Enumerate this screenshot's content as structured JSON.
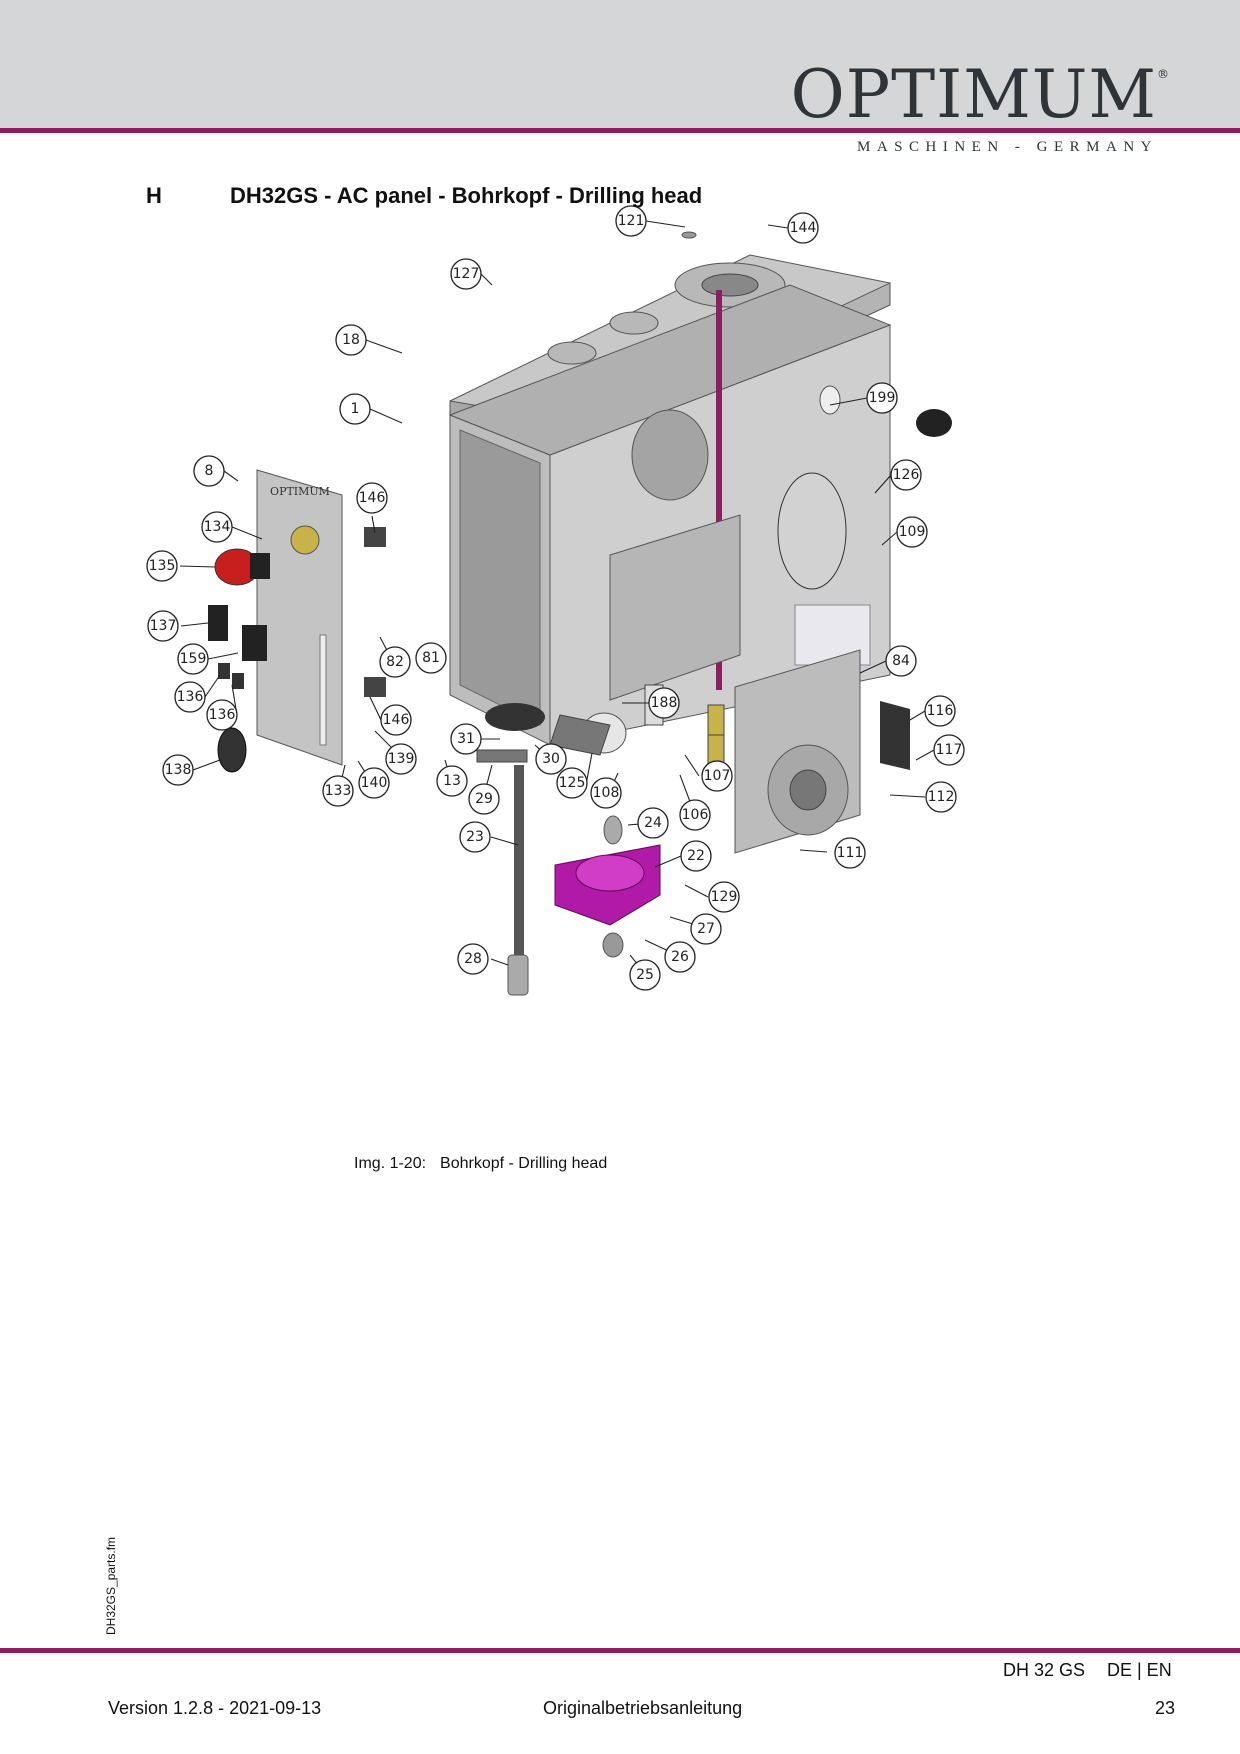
{
  "header": {
    "logo_text": "OPTIMUM",
    "logo_mark": "®",
    "logo_sub": "MASCHINEN - GERMANY"
  },
  "section": {
    "letter": "H",
    "title": "DH32GS - AC panel - Bohrkopf - Drilling head"
  },
  "caption": {
    "label": "Img. 1-20:",
    "text": "Bohrkopf - Drilling head"
  },
  "diagram": {
    "callouts": [
      {
        "id": "c121",
        "label": "121"
      },
      {
        "id": "c144",
        "label": "144"
      },
      {
        "id": "c127",
        "label": "127"
      },
      {
        "id": "c18",
        "label": "18"
      },
      {
        "id": "c1",
        "label": "1"
      },
      {
        "id": "c199",
        "label": "199"
      },
      {
        "id": "c8",
        "label": "8"
      },
      {
        "id": "c146a",
        "label": "146"
      },
      {
        "id": "c126",
        "label": "126"
      },
      {
        "id": "c134",
        "label": "134"
      },
      {
        "id": "c109",
        "label": "109"
      },
      {
        "id": "c135",
        "label": "135"
      },
      {
        "id": "c137",
        "label": "137"
      },
      {
        "id": "c82",
        "label": "82"
      },
      {
        "id": "c81",
        "label": "81"
      },
      {
        "id": "c84",
        "label": "84"
      },
      {
        "id": "c159",
        "label": "159"
      },
      {
        "id": "c136a",
        "label": "136"
      },
      {
        "id": "c188",
        "label": "188"
      },
      {
        "id": "c146b",
        "label": "146"
      },
      {
        "id": "c116",
        "label": "116"
      },
      {
        "id": "c136b",
        "label": "136"
      },
      {
        "id": "c31",
        "label": "31"
      },
      {
        "id": "c117",
        "label": "117"
      },
      {
        "id": "c139",
        "label": "139"
      },
      {
        "id": "c30",
        "label": "30"
      },
      {
        "id": "c138",
        "label": "138"
      },
      {
        "id": "c140",
        "label": "140"
      },
      {
        "id": "c13",
        "label": "13"
      },
      {
        "id": "c125",
        "label": "125"
      },
      {
        "id": "c107",
        "label": "107"
      },
      {
        "id": "c133",
        "label": "133"
      },
      {
        "id": "c29",
        "label": "29"
      },
      {
        "id": "c108",
        "label": "108"
      },
      {
        "id": "c112",
        "label": "112"
      },
      {
        "id": "c106",
        "label": "106"
      },
      {
        "id": "c24",
        "label": "24"
      },
      {
        "id": "c23",
        "label": "23"
      },
      {
        "id": "c22",
        "label": "22"
      },
      {
        "id": "c111",
        "label": "111"
      },
      {
        "id": "c129",
        "label": "129"
      },
      {
        "id": "c27",
        "label": "27"
      },
      {
        "id": "c28",
        "label": "28"
      },
      {
        "id": "c26",
        "label": "26"
      },
      {
        "id": "c25",
        "label": "25"
      }
    ]
  },
  "footer": {
    "file": "DH32GS_parts.fm",
    "model": "DH 32 GS",
    "lang": "DE | EN",
    "version": "Version 1.2.8 - 2021-09-13",
    "center": "Originalbetriebsanleitung",
    "page": "23"
  },
  "colors": {
    "accent": "#8c1d5e",
    "header_band": "#d5d6d8",
    "part_highlight": "#b01aa6",
    "stop_button": "#c81e1e"
  }
}
